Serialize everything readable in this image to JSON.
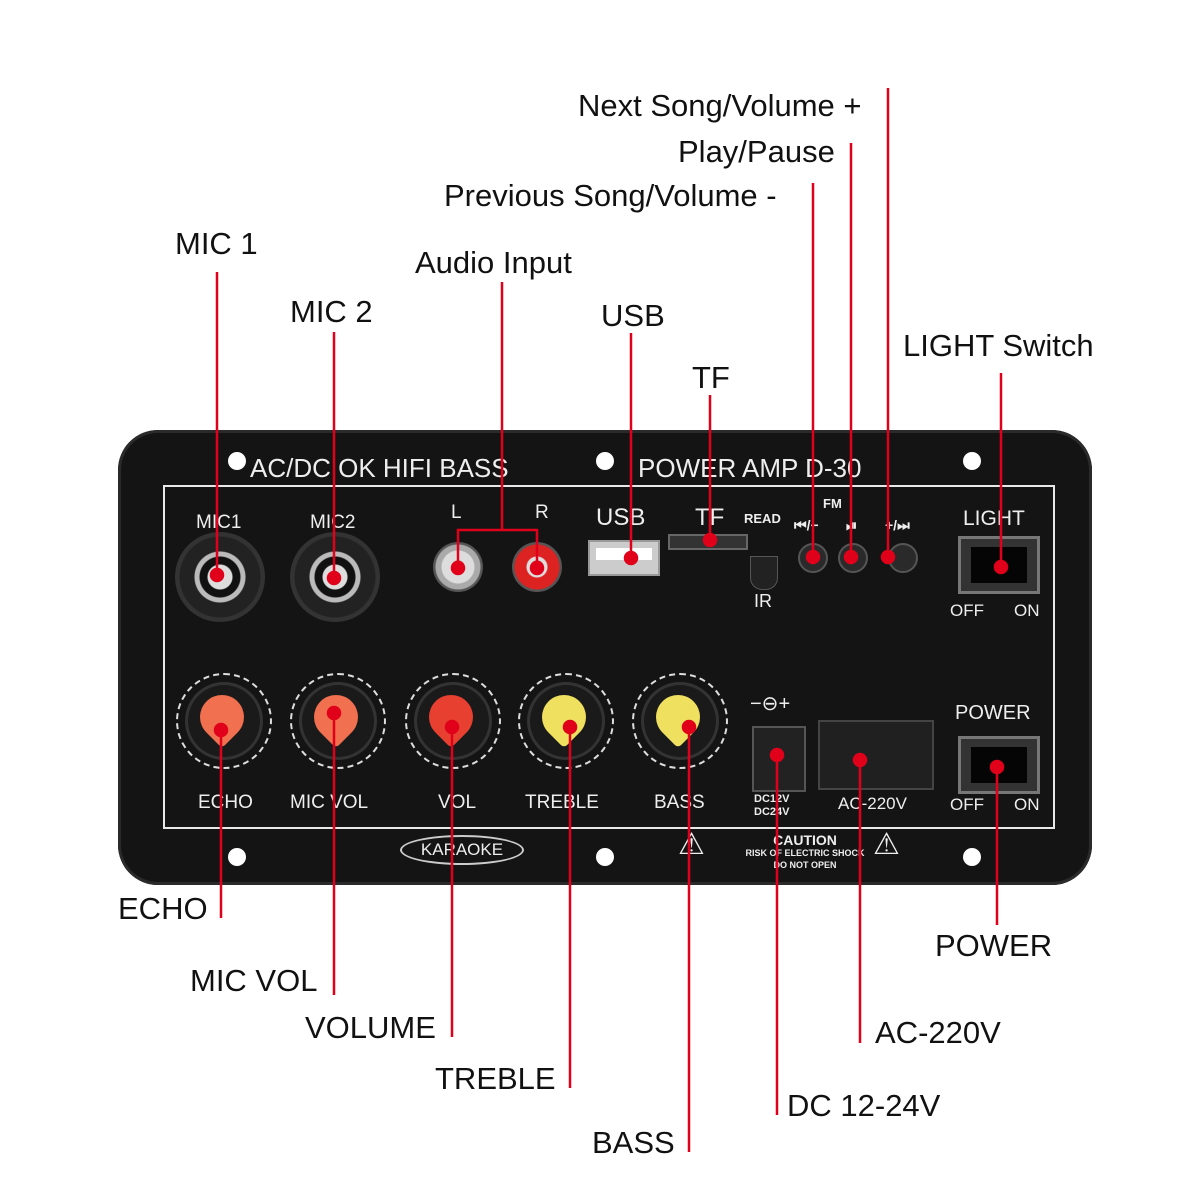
{
  "callouts": {
    "next_song": "Next Song/Volume +",
    "play_pause": "Play/Pause",
    "prev_song": "Previous Song/Volume -",
    "mic1": "MIC 1",
    "mic2": "MIC 2",
    "audio_input": "Audio Input",
    "usb": "USB",
    "tf": "TF",
    "light_switch": "LIGHT Switch",
    "echo": "ECHO",
    "mic_vol": "MIC VOL",
    "volume": "VOLUME",
    "treble": "TREBLE",
    "bass": "BASS",
    "dc": "DC 12-24V",
    "ac": "AC-220V",
    "power": "POWER"
  },
  "panel": {
    "header_left": "AC/DC  OK  HIFI  BASS",
    "header_right": "POWER  AMP  D-30",
    "mic1": "MIC1",
    "mic2": "MIC2",
    "l": "L",
    "r": "R",
    "usb": "USB",
    "tf": "TF",
    "read": "READ",
    "fm": "FM",
    "ir": "IR",
    "prev_btn": "⏮/−",
    "play_btn": "⏯",
    "next_btn": "+/⏭",
    "light": "LIGHT",
    "off": "OFF",
    "on": "ON",
    "power": "POWER",
    "minus": "−",
    "plus": "+",
    "echo": "ECHO",
    "mic_vol": "MIC VOL",
    "vol": "VOL",
    "treble": "TREBLE",
    "bass": "BASS",
    "dc_polarity": "−⊖+",
    "dc_label1": "DC12V",
    "dc_label2": "DC24V",
    "ac": "AC-220V",
    "karaoke": "KARAOKE",
    "caution": "CAUTION",
    "caution_line1": "RISK OF ELECTRIC SHOCK",
    "caution_line2": "DO NOT OPEN",
    "warning": "⚠"
  },
  "colors": {
    "callout_line": "#e0001a"
  }
}
